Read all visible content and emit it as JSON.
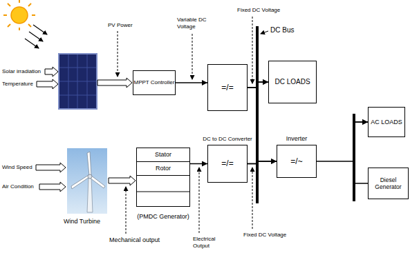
{
  "diagram": {
    "nodes": [
      {
        "text": [
          "MPPT Controller"
        ]
      },
      {
        "text": [
          "=/="
        ]
      },
      {
        "text": [
          "DC LOADS"
        ]
      },
      {
        "text": [
          "AC LOADS"
        ]
      },
      {
        "text": [
          "(PMDC Generator)"
        ]
      },
      {
        "text": [
          "Stator"
        ],
        "in": 4
      },
      {
        "text": [
          "Rotor"
        ],
        "in": 4
      },
      {
        "text": [
          "DC to DC Converter",
          "=/="
        ]
      },
      {
        "text": [
          "Inverter",
          "=/~"
        ]
      },
      {
        "text": [
          "Diesel Generator"
        ]
      }
    ],
    "edges": [
      {
        "from": 0,
        "to": 1,
        "arrow": "to"
      },
      {
        "from": 1,
        "to": 2,
        "arrow": "to"
      },
      {
        "from": 1,
        "to": 8,
        "arrow": "to"
      },
      {
        "from": 7,
        "to": 2,
        "arrow": "to"
      },
      {
        "from": 7,
        "to": 8,
        "arrow": "to"
      },
      {
        "from": 4,
        "to": 7,
        "arrow": "to"
      },
      {
        "from": 8,
        "to": 3,
        "arrow": "to"
      },
      {
        "from": 9,
        "to": 3,
        "arrow": "to"
      }
    ],
    "labels": [
      "Solar irradiation",
      "Temperature",
      "PV Power",
      "Variable DC Voltage",
      "Fixed DC Voltage",
      "DC Bus",
      "Wind Speed",
      "Air Condition",
      "Wind Turbine",
      "Mechanical output",
      "Electrical Output",
      "Fixed DC Voltage"
    ]
  }
}
